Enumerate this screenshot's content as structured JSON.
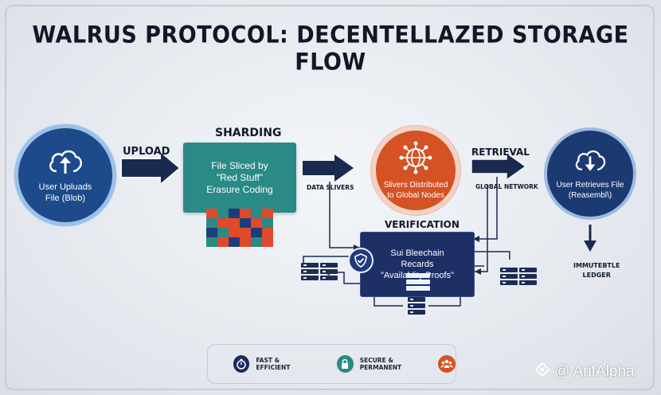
{
  "title": "WALRUS PROTOCOL: DECENTELLAZED STORAGE FLOW",
  "upload_circle": {
    "icon": "cloud-upload-icon",
    "line1": "User Upluads",
    "line2": "File (Blob)"
  },
  "upload_label": "UPLOAD",
  "sharding": {
    "heading": "SHARDING",
    "line1": "File Sliced by",
    "line2": "\"Red Stuff\"",
    "line3": "Erasure Coding",
    "grid_colors": [
      "#e04a2a",
      "#2a8a85",
      "#1c3d7c",
      "#e04a2a",
      "#2a8a85",
      "#e04a2a",
      "#2a8a85",
      "#e04a2a",
      "#e04a2a",
      "#1c3d7c",
      "#e04a2a",
      "#2a8a85",
      "#1c3d7c",
      "#2a8a85",
      "#e04a2a",
      "#e04a2a",
      "#1c3d7c",
      "#e04a2a",
      "#2a8a85",
      "#e04a2a",
      "#1c3d7c",
      "#e04a2a",
      "#2a8a85",
      "#e04a2a"
    ]
  },
  "data_slivers_label": "DATA SLIVERS",
  "nodes_circle": {
    "icon": "globe-network-icon",
    "line1": "Slivers Distributed",
    "line2": "to Global Nodes"
  },
  "retrieval_label": "RETRIEVAL",
  "global_network_label": "GLOBAL NETWORK",
  "retrieve_circle": {
    "icon": "cloud-download-icon",
    "line1": "User Retrieves File",
    "line2": "(Reasembl\\)"
  },
  "verification": {
    "heading": "VERIFICATION",
    "line1": "Sui Bleechain",
    "line2": "Recards",
    "line3": "\"Availablity Proofs\""
  },
  "ledger": {
    "line1": "IMMUTEBTLE",
    "line2": "LEDGER"
  },
  "legend": [
    {
      "icon": "stopwatch-icon",
      "text": "FAST & EFFICIENT",
      "color": "#1a2c5e"
    },
    {
      "icon": "lock-icon",
      "text": "SECURE & PERMANENT",
      "color": "#2a8a85"
    },
    {
      "icon": "people-icon",
      "text": "",
      "color": "#d45223"
    }
  ],
  "watermark": "@ ArifAlpha",
  "colors": {
    "navy": "#1c3a72",
    "teal": "#2a8a85",
    "orange": "#d45223"
  }
}
